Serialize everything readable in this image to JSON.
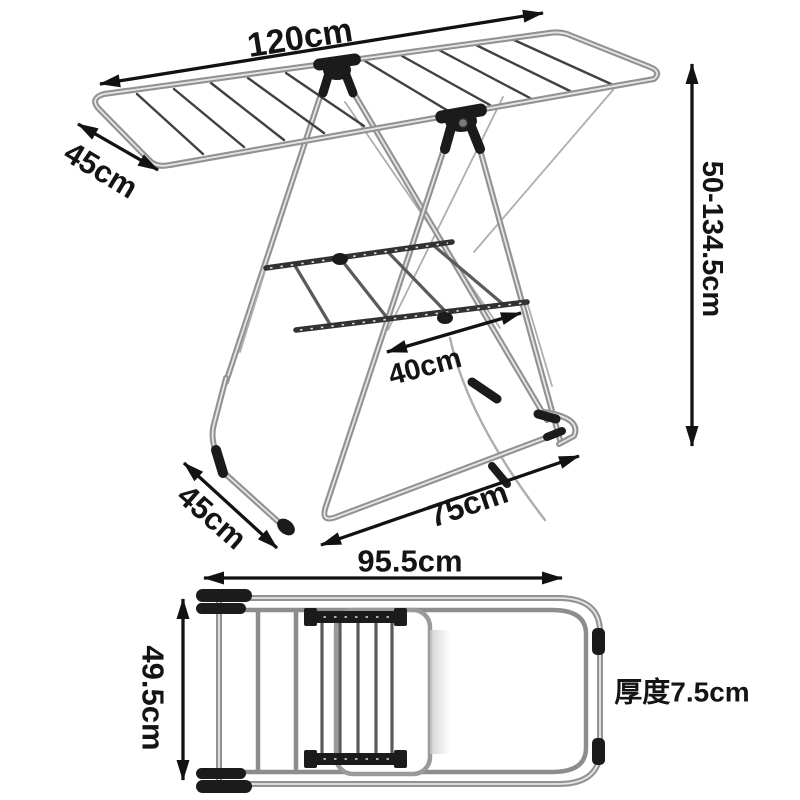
{
  "labels": {
    "top_width": "120cm",
    "wing_depth": "45cm",
    "height_range": "50-134.5cm",
    "shelf_width": "40cm",
    "base_depth": "45cm",
    "base_length": "75cm",
    "folded_length": "95.5cm",
    "folded_width": "49.5cm",
    "thickness": "厚度7.5cm"
  },
  "colors": {
    "background": "#ffffff",
    "annotation": "#141414",
    "metal": "#929292",
    "metal_highlight": "#e6e6e6",
    "plastic_joint": "#1b1b1b",
    "shelf_rail": "#323232"
  }
}
